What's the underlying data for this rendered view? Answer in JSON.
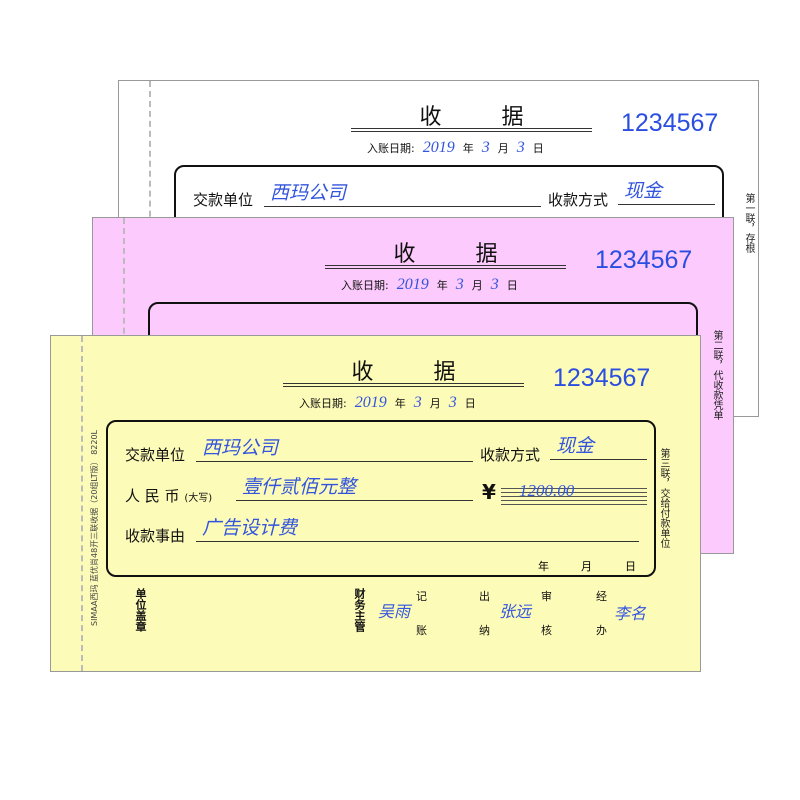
{
  "sheets": [
    {
      "color": "#ffffff",
      "side_right": "第一联，存根"
    },
    {
      "color": "#fccafc",
      "side_right": "第二联，代收款凭单"
    },
    {
      "color": "#fdfbb8",
      "side_right": "第三联，交给付款单位"
    }
  ],
  "form": {
    "title": "收据",
    "number": "1234567",
    "date_label": "入账日期:",
    "year": "2019",
    "year_unit": "年",
    "month": "3",
    "month_unit": "月",
    "day": "3",
    "day_unit": "日",
    "side_left": "SIMAA西玛  蓝优尚48开三联收据（20组LT版）  8220L",
    "payer_label": "交款单位",
    "payer": "西玛公司",
    "method_label": "收款方式",
    "method": "现金",
    "rmb_label": "人 民 币",
    "rmb_note": "(大写)",
    "amount_words": "壹仟贰佰元整",
    "yen": "¥",
    "amount": "1200.00",
    "reason_label": "收款事由",
    "reason": "广告设计费",
    "ymd_year": "年",
    "ymd_month": "月",
    "ymd_day": "日",
    "seal": "单位盖章",
    "finance": "财务主管",
    "finance_name": "吴雨",
    "ji": "记",
    "zhang": "账",
    "chu": "出",
    "na": "纳",
    "shen": "审",
    "he": "核",
    "jing": "经",
    "ban": "办",
    "cashier_name": "张远",
    "handler_name": "李名"
  }
}
